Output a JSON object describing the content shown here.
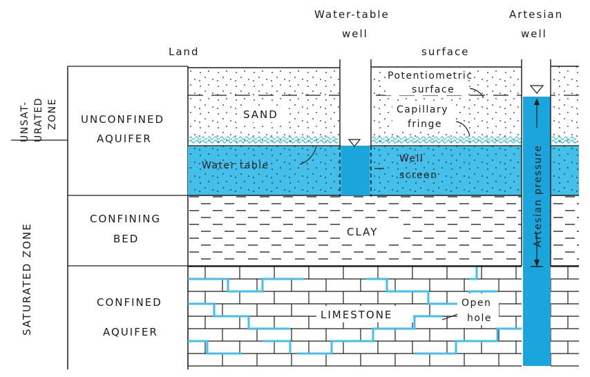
{
  "colors": {
    "water": "#43bfea",
    "water_dark": "#1aa6dc",
    "fringe": "#43bfea",
    "ink": "#1a1a1a",
    "background": "#ffffff"
  },
  "icons": [
    "water-level-triangle-icon",
    "water-level-triangle-icon",
    "arrow-up-icon",
    "arrow-down-icon"
  ],
  "labels": {
    "water_table_well_line1": "Water-table",
    "water_table_well_line2": "well",
    "artesian_well_line1": "Artesian",
    "artesian_well_line2": "well",
    "land": "Land",
    "surface": "surface",
    "zones": {
      "unsaturated_line1": "UNSAT-",
      "unsaturated_line2": "URATED",
      "unsaturated_line3": "ZONE",
      "saturated": "SATURATED ZONE"
    },
    "units": {
      "unconfined_line1": "UNCONFINED",
      "unconfined_line2": "AQUIFER",
      "confining_line1": "CONFINING",
      "confining_line2": "BED",
      "confined_line1": "CONFINED",
      "confined_line2": "AQUIFER"
    },
    "materials": {
      "sand": "SAND",
      "clay": "CLAY",
      "limestone": "LIMESTONE"
    },
    "features": {
      "potentiometric_line1": "Potentiometric",
      "potentiometric_line2": "surface",
      "capillary_line1": "Capillary",
      "capillary_line2": "fringe",
      "water_table": "Water table",
      "well_screen_line1": "Well",
      "well_screen_line2": "screen",
      "artesian_pressure": "Artesian pressure",
      "open_hole_line1": "Open",
      "open_hole_line2": "hole"
    }
  }
}
